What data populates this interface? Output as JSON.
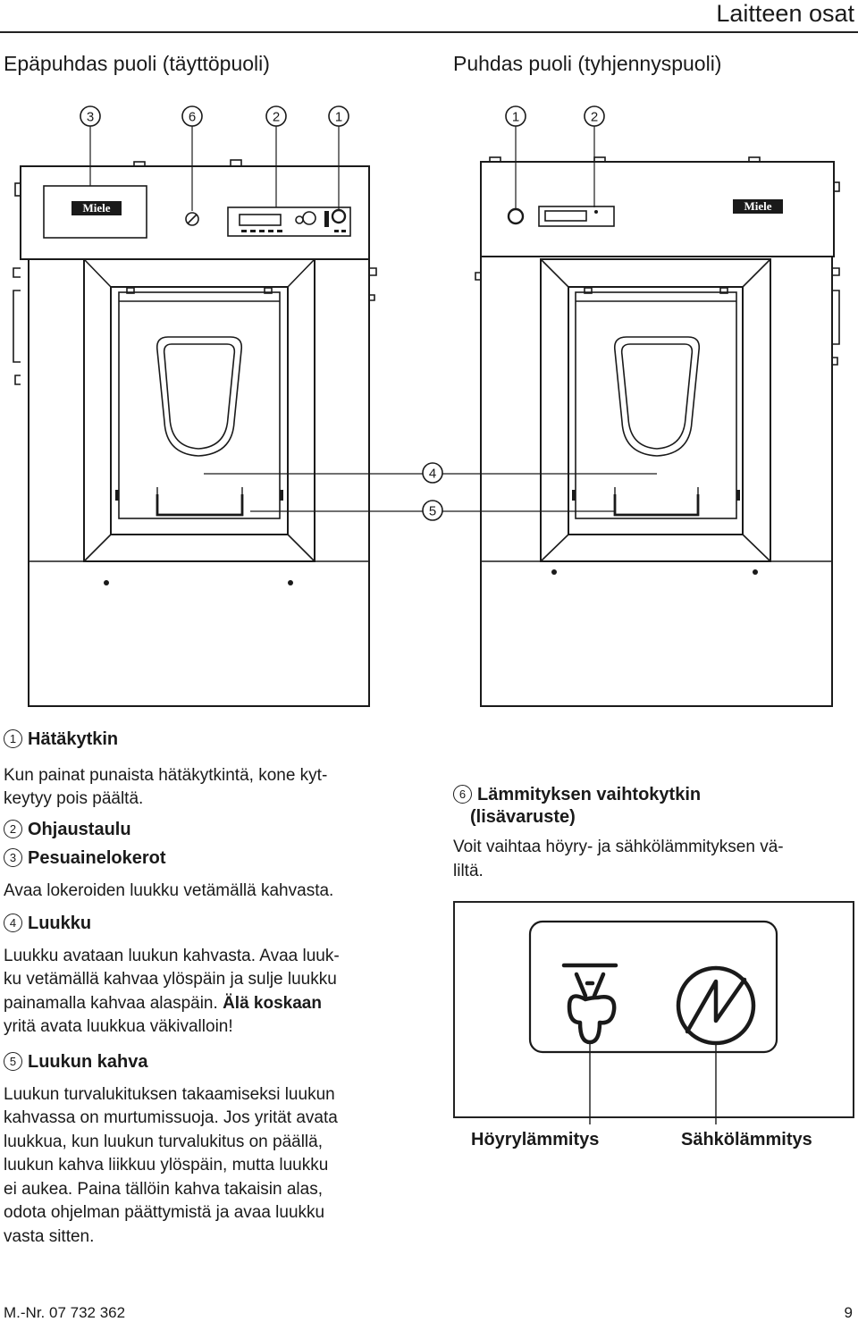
{
  "header": {
    "title": "Laitteen osat"
  },
  "sides": {
    "left_title": "Epäpuhdas puoli (täyttöpuoli)",
    "right_title": "Puhdas puoli (tyhjennyspuoli)"
  },
  "diagram": {
    "left_callouts": [
      "3",
      "6",
      "2",
      "1"
    ],
    "right_callouts": [
      "1",
      "2"
    ],
    "door_callouts": [
      "4",
      "5"
    ],
    "logo_text": "Miele",
    "icons": [
      "emergency-stop-icon",
      "control-panel-icon",
      "detergent-drawer-icon",
      "heating-switch-icon",
      "door-icon",
      "door-handle-icon"
    ]
  },
  "sections": {
    "s1": {
      "num": "1",
      "heading": "Hätäkytkin",
      "lines": [
        "Kun painat punaista hätäkytkintä, kone kyt-",
        "keytyy pois päältä."
      ]
    },
    "s2": {
      "num": "2",
      "heading": "Ohjaustaulu"
    },
    "s3": {
      "num": "3",
      "heading": "Pesuainelokerot",
      "lines": [
        "Avaa lokeroiden luukku vetämällä kahvasta."
      ]
    },
    "s4": {
      "num": "4",
      "heading": "Luukku",
      "lines": [
        "Luukku avataan luukun kahvasta. Avaa luuk-",
        "ku vetämällä kahvaa ylöspäin ja sulje luukku",
        "painamalla kahvaa alaspäin."
      ],
      "bold": "Älä koskaan",
      "line_end": "yritä avata luukkua väkivalloin!"
    },
    "s5": {
      "num": "5",
      "heading": "Luukun kahva",
      "lines": [
        "Luukun turvalukituksen takaamiseksi luukun",
        "kahvassa on murtumissuoja. Jos yrität avata",
        "luukkua, kun luukun turvalukitus on päällä,",
        "luukun kahva liikkuu ylöspäin, mutta luukku",
        "ei aukea. Paina tällöin kahva takaisin alas,",
        "odota ohjelman päättymistä ja avaa luukku",
        "vasta sitten."
      ]
    },
    "s6": {
      "num": "6",
      "heading_1": "Lämmityksen vaihtokytkin",
      "heading_2": "(lisävaruste)",
      "lines": [
        "Voit vaihtaa höyry- ja sähkölämmityksen vä-",
        "liltä."
      ]
    }
  },
  "heating_panel": {
    "steam_label": "Höyrylämmitys",
    "electric_label": "Sähkölämmitys",
    "icons": [
      "steam-heating-icon",
      "electric-heating-icon"
    ]
  },
  "footer": {
    "part_number": "M.-Nr. 07 732 362",
    "page": "9"
  }
}
